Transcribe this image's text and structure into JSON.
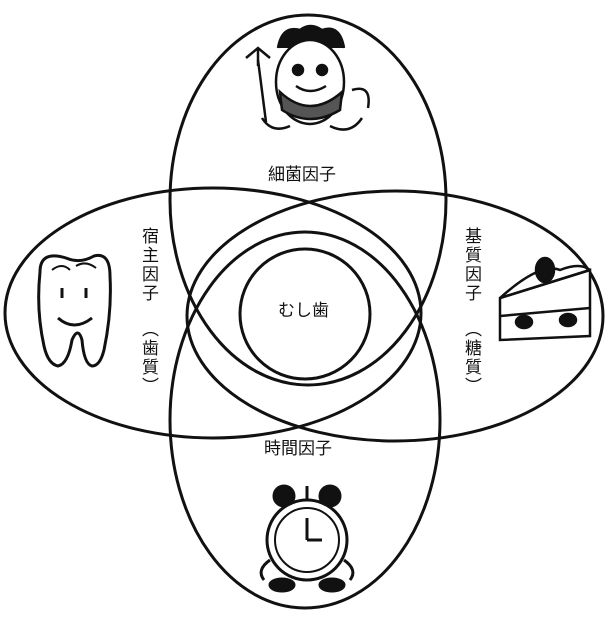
{
  "center_label": "むし歯",
  "factors": {
    "bacteria": {
      "label": "細菌因子"
    },
    "host": {
      "label": "宿主因子",
      "sub": "（歯質）"
    },
    "substrate": {
      "label": "基質因子",
      "sub": "（糖質）"
    },
    "time": {
      "label": "時間因子"
    }
  },
  "icons": {
    "bacteria": "devil-bacteria-icon",
    "host": "smiling-tooth-icon",
    "substrate": "cake-slice-icon",
    "time": "alarm-clock-icon"
  }
}
